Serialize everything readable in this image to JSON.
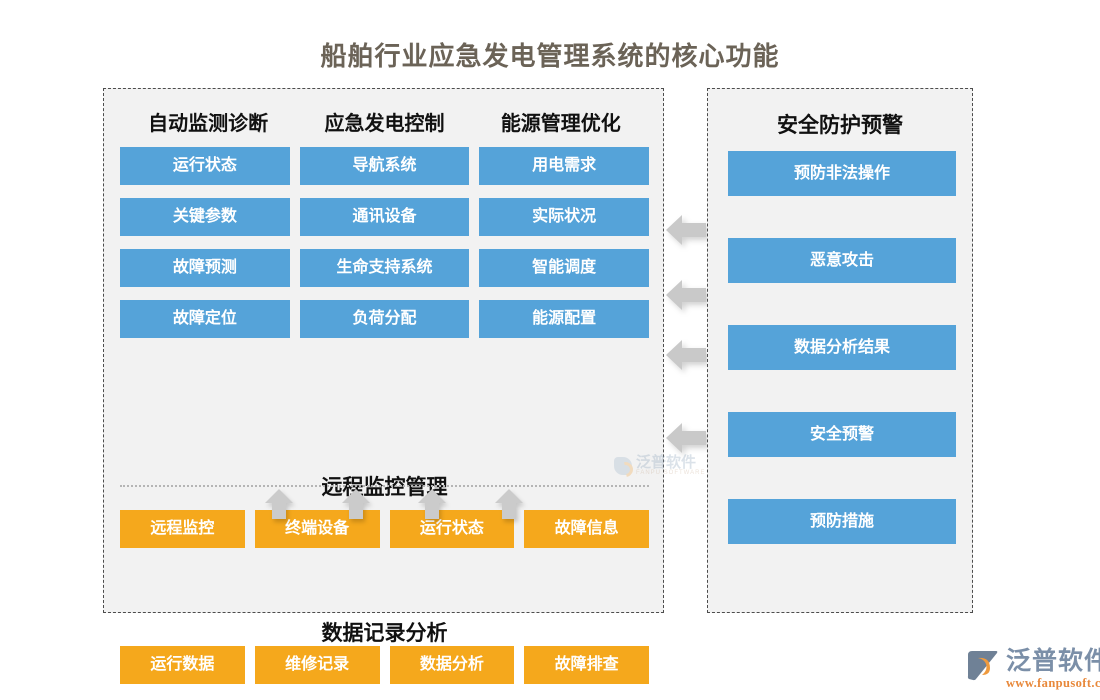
{
  "page": {
    "title": "船舶行业应急发电管理系统的核心功能",
    "title_color": "#6b6357",
    "background": "#ffffff"
  },
  "colors": {
    "blue": "#55a3d9",
    "orange": "#f5a81c",
    "panel_bg": "#f2f2f2",
    "panel_border": "#4d4d4d",
    "arrow_gray": "#c9c9c9"
  },
  "left_panel": {
    "columns": [
      {
        "header": "自动监测诊断"
      },
      {
        "header": "应急发电控制"
      },
      {
        "header": "能源管理优化"
      }
    ],
    "grid_rows": [
      [
        "运行状态",
        "导航系统",
        "用电需求"
      ],
      [
        "关键参数",
        "通讯设备",
        "实际状况"
      ],
      [
        "故障预测",
        "生命支持系统",
        "智能调度"
      ],
      [
        "故障定位",
        "负荷分配",
        "能源配置"
      ]
    ],
    "remote_section": {
      "title": "远程监控管理",
      "items": [
        "远程监控",
        "终端设备",
        "运行状态",
        "故障信息"
      ]
    },
    "record_section": {
      "title": "数据记录分析",
      "items": [
        "运行数据",
        "维修记录",
        "数据分析",
        "故障排查"
      ]
    },
    "up_arrow_count": 4
  },
  "right_panel": {
    "header": "安全防护预警",
    "items": [
      "预防非法操作",
      "恶意攻击",
      "数据分析结果",
      "安全预警",
      "预防措施"
    ]
  },
  "connectors": {
    "left_arrow_count": 4,
    "direction": "left"
  },
  "watermark": {
    "cn": "泛普软件",
    "en": "FANPU SOFTWARE"
  },
  "brand": {
    "cn": "泛普软件",
    "url": "www.fanpusoft.com"
  }
}
